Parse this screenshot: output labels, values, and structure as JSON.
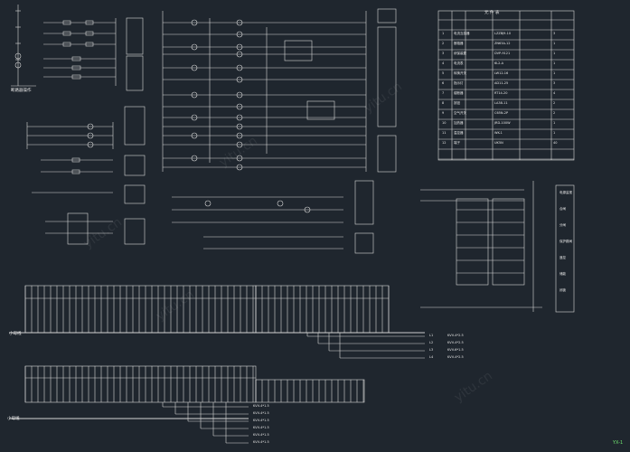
{
  "drawing": {
    "watermark": "yitu.cn",
    "corner_tag": "YX-1",
    "bus_label_1": "小母线",
    "bus_label_2": "小母线",
    "breaker_label": "断路器操作",
    "legend_title": "元 件 表",
    "legend_rows": [
      {
        "no": "1",
        "name": "电流互感器",
        "spec": "LZZBJ9-10",
        "qty": "3"
      },
      {
        "no": "2",
        "name": "断路器",
        "spec": "ZN63A-12",
        "qty": "1"
      },
      {
        "no": "3",
        "name": "综保装置",
        "spec": "DVP-9121",
        "qty": "1"
      },
      {
        "no": "4",
        "name": "电流表",
        "spec": "6L2-A",
        "qty": "1"
      },
      {
        "no": "5",
        "name": "转换开关",
        "spec": "LW12-16",
        "qty": "1"
      },
      {
        "no": "6",
        "name": "指示灯",
        "spec": "AD11-25",
        "qty": "3"
      },
      {
        "no": "7",
        "name": "熔断器",
        "spec": "RT14-20",
        "qty": "4"
      },
      {
        "no": "8",
        "name": "按钮",
        "spec": "LA38-11",
        "qty": "2"
      },
      {
        "no": "9",
        "name": "空气开关",
        "spec": "C65N-2P",
        "qty": "2"
      },
      {
        "no": "10",
        "name": "加热器",
        "spec": "JRD-100W",
        "qty": "1"
      },
      {
        "no": "11",
        "name": "温控器",
        "spec": "WK-1",
        "qty": "1"
      },
      {
        "no": "12",
        "name": "端子",
        "spec": "UK5N",
        "qty": "40"
      }
    ],
    "right_panel_labels": [
      "电源监视",
      "合闸",
      "分闸",
      "保护跳闸",
      "遥控",
      "储能",
      "闭锁"
    ],
    "cable_labels": [
      "KVV-4*2.5",
      "KVV-4*2.5",
      "KVV-6*1.5",
      "KVV-4*2.5"
    ],
    "bottom_cable_labels": [
      "KVV-4*1.5",
      "KVV-4*1.5",
      "KVV-4*1.5",
      "KVV-4*1.5",
      "KVV-4*1.5",
      "KVV-4*1.5"
    ]
  }
}
